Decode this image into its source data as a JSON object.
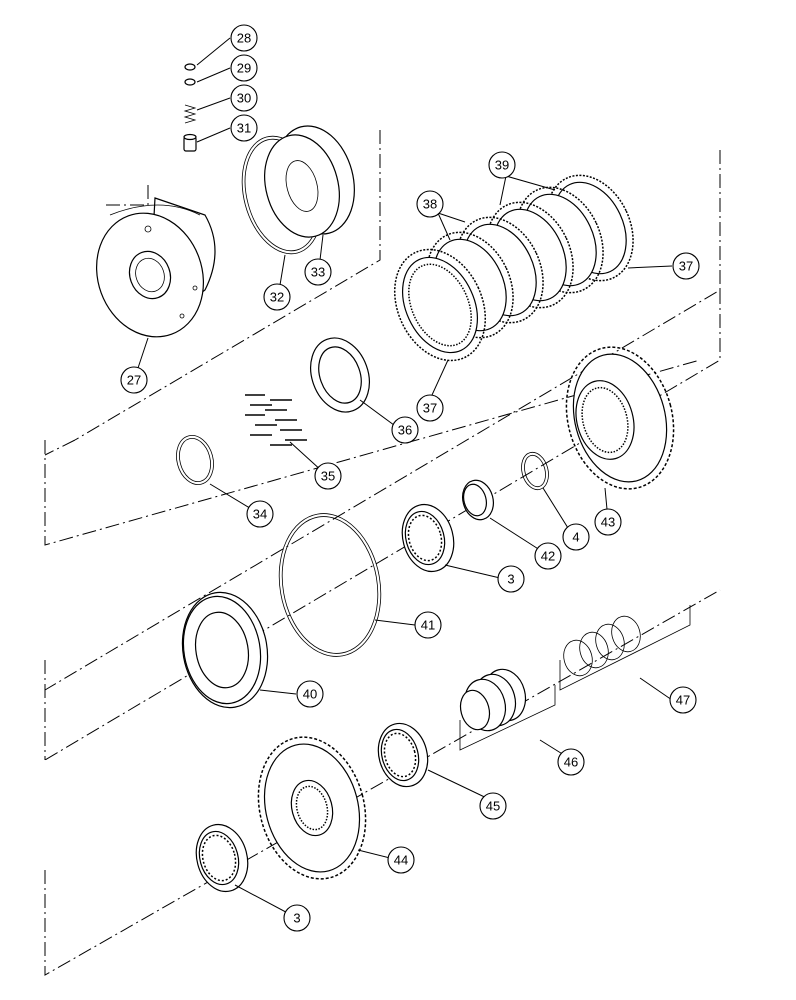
{
  "parts": {
    "p28": "28",
    "p29": "29",
    "p30": "30",
    "p31": "31",
    "p27": "27",
    "p32": "32",
    "p33": "33",
    "p39": "39",
    "p38": "38",
    "p37a": "37",
    "p37b": "37",
    "p36": "36",
    "p35": "35",
    "p34": "34",
    "p43": "43",
    "p4": "4",
    "p42": "42",
    "p3a": "3",
    "p41": "41",
    "p40": "40",
    "p47": "47",
    "p46": "46",
    "p45": "45",
    "p44": "44",
    "p3b": "3"
  }
}
